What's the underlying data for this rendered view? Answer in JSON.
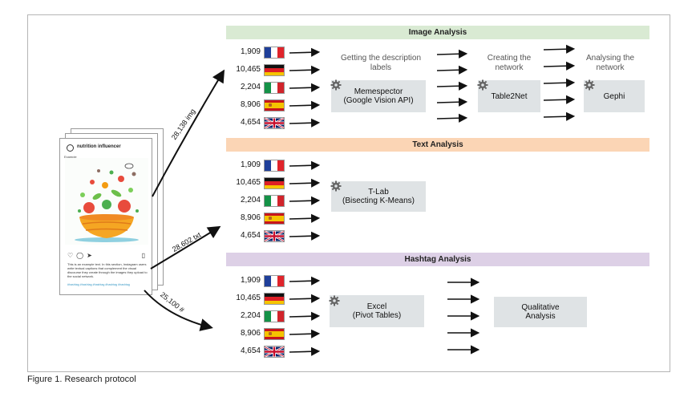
{
  "bands": {
    "image": "Image Analysis",
    "text": "Text Analysis",
    "hashtag": "Hashtag Analysis"
  },
  "counts": [
    "1,909",
    "10,465",
    "2,204",
    "8,906",
    "4,654"
  ],
  "flags": [
    "france",
    "germany",
    "italy",
    "spain",
    "united-kingdom"
  ],
  "image_section": {
    "step1_label": "Getting the description labels",
    "step1_box_line1": "Memespector",
    "step1_box_line2": "(Google Vision API)",
    "step2_label": "Creating the network",
    "step2_box": "Table2Net",
    "step3_label": "Analysing the network",
    "step3_box": "Gephi"
  },
  "text_section": {
    "box_line1": "T-Lab",
    "box_line2": "(Bisecting K-Means)"
  },
  "hashtag_section": {
    "box1_line1": "Excel",
    "box1_line2": "(Pivot Tables)",
    "box2_line1": "Qualitative",
    "box2_line2": "Analysis"
  },
  "flows": {
    "img": "28,138 img",
    "txt": "28,602 txt",
    "hash": "25,100 #"
  },
  "post": {
    "username": "nutrition influencer",
    "sample_label": "Example",
    "caption": "This is an example text. In this section, Instagram users write textual captions that complement the visual discourse they create through the images they upload to the social network.",
    "hashtags": "#hashtag #hashtag #hashtag #hashtag #hashtag"
  },
  "figure_caption": "Figure 1. Research protocol",
  "colors": {
    "image_band": "#d9ead3",
    "text_band": "#fbd5b5",
    "hashtag_band": "#ddd0e6",
    "box": "#dfe3e5"
  }
}
